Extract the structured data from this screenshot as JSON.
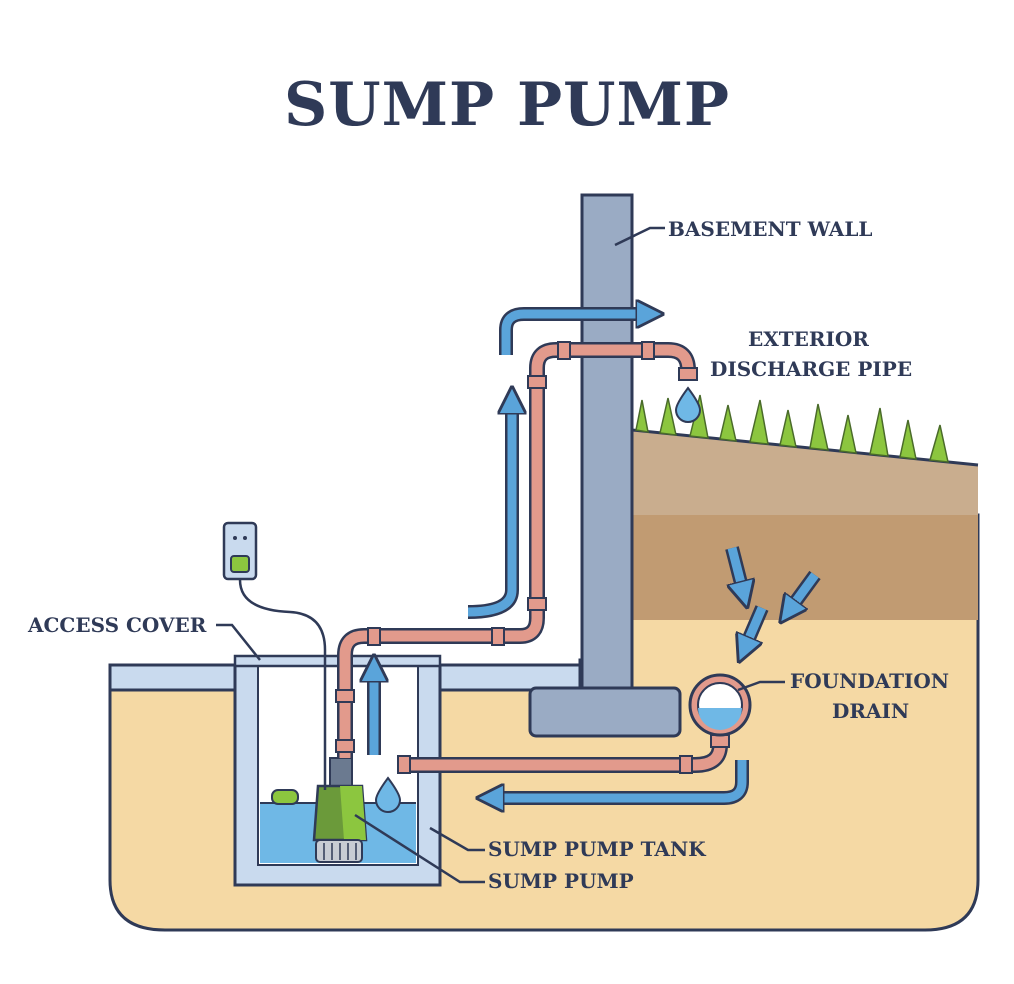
{
  "title": "SUMP PUMP",
  "labels": {
    "basement_wall": "BASEMENT WALL",
    "exterior_discharge_pipe_line1": "EXTERIOR",
    "exterior_discharge_pipe_line2": "DISCHARGE PIPE",
    "access_cover": "ACCESS COVER",
    "foundation_drain_line1": "FOUNDATION",
    "foundation_drain_line2": "DRAIN",
    "sump_pump_tank": "SUMP PUMP TANK",
    "sump_pump": "SUMP PUMP"
  },
  "colors": {
    "ink": "#2f3a57",
    "soil_light": "#f5d9a4",
    "soil_dark": "#c19b72",
    "topsoil": "#c9ad8e",
    "wall": "#9aabc4",
    "tank": "#c9daee",
    "water": "#6fb8e6",
    "pipe": "#e29a8c",
    "arrow": "#5aa4da",
    "grass": "#8cc63f",
    "pump": "#6b9a3a"
  }
}
